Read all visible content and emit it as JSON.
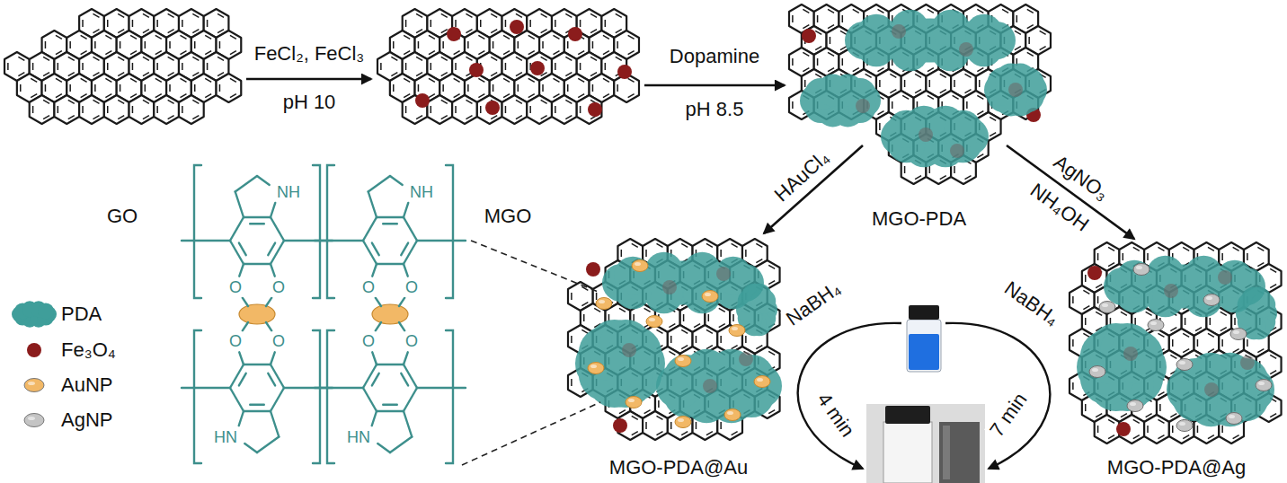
{
  "diagram": {
    "nodes": [
      {
        "text": [
          "GO"
        ]
      },
      {
        "text": [
          "MGO"
        ]
      },
      {
        "text": [
          "MGO-PDA"
        ]
      },
      {
        "text": [
          "MGO-PDA@Au"
        ]
      },
      {
        "text": [
          "MGO-PDA@Ag"
        ]
      }
    ],
    "edges": [
      {
        "from": 0,
        "to": 1,
        "arrow": "to",
        "label": "FeCl₂, FeCl₃"
      },
      {
        "from": 1,
        "to": 2,
        "arrow": "to",
        "label": "Dopamine"
      },
      {
        "from": 2,
        "to": 3,
        "arrow": "to",
        "label": "HAuCl₄"
      },
      {
        "from": 2,
        "to": 4,
        "arrow": "to",
        "label": "AgNO₃"
      }
    ],
    "labels": [
      "pH 10",
      "pH 8.5",
      "NH₄OH",
      "NaBH₄",
      "NaBH₄",
      "4 min",
      "7 min",
      "NH",
      "NH",
      "HN",
      "HN",
      "O",
      "O",
      "O",
      "O",
      "O",
      "O",
      "O",
      "O"
    ],
    "legend": [
      {
        "text": "PDA",
        "color": "#3f9e9a"
      },
      {
        "text": "Fe₃O₄",
        "color": "#8b1c1c"
      },
      {
        "text": "AuNP",
        "color": "#f2b866"
      },
      {
        "text": "AgNP",
        "color": "#c4c4c4"
      }
    ]
  }
}
